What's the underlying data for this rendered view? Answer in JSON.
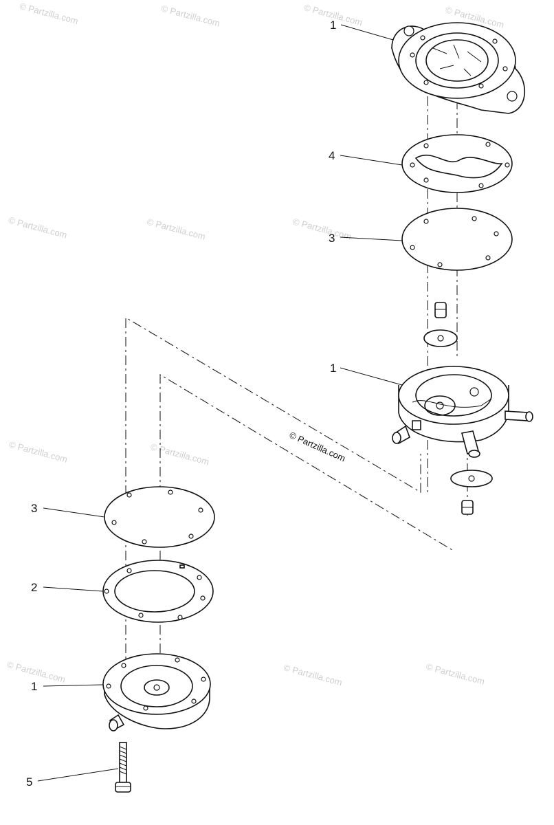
{
  "watermark": "© Partzilla.com",
  "copyright_label": "© Partzilla.com",
  "callouts": {
    "c1": "1",
    "c4": "4",
    "c3a": "3",
    "c1b": "1",
    "c3b": "3",
    "c2": "2",
    "c1c": "1",
    "c5": "5"
  }
}
